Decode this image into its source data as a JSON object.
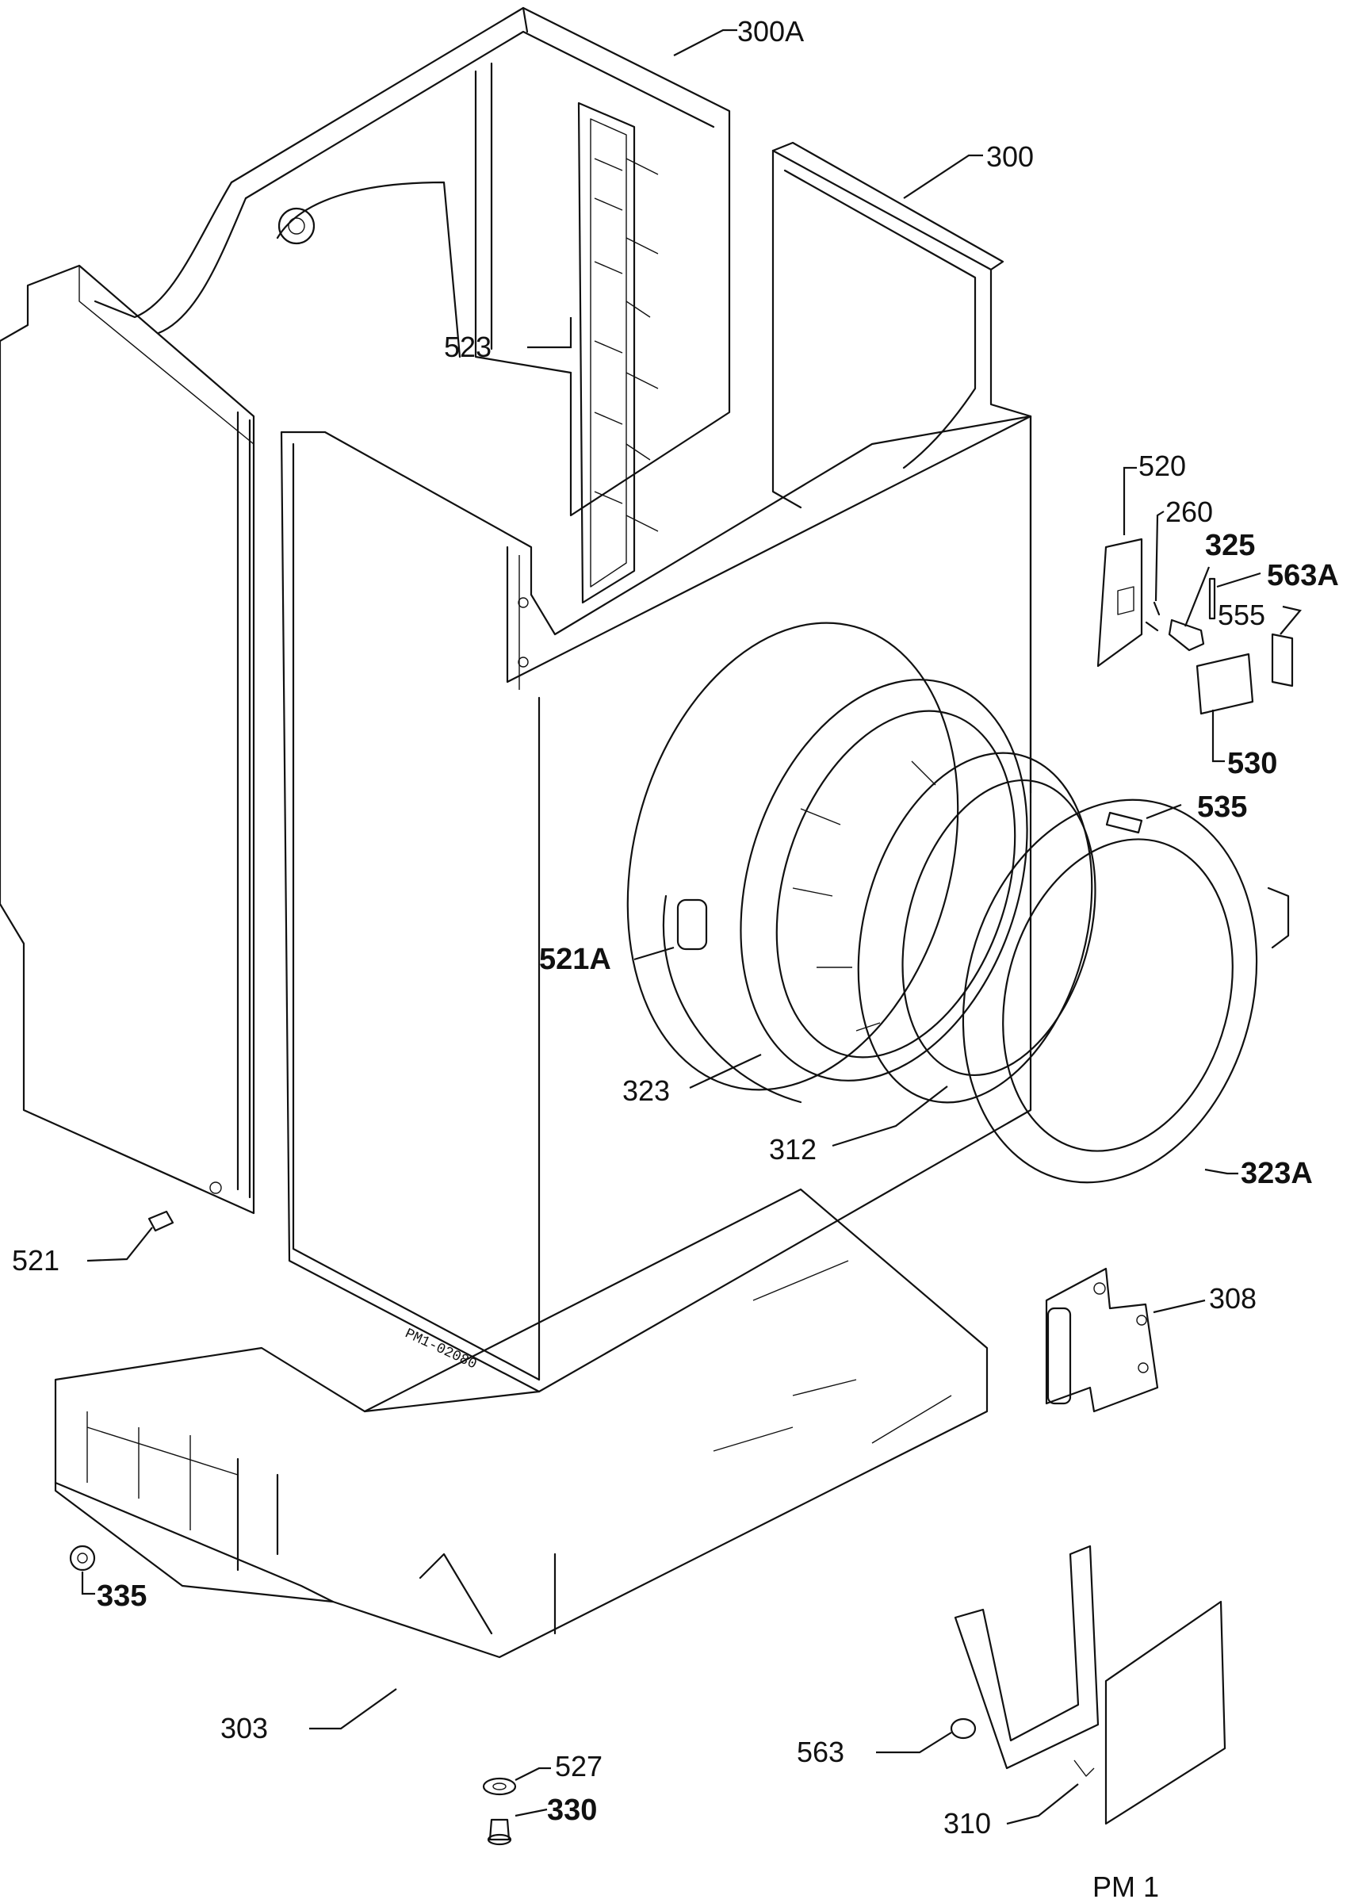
{
  "labels": {
    "l300A": "300A",
    "l300": "300",
    "l523": "523",
    "l520": "520",
    "l260": "260",
    "l325": "325",
    "l563A": "563A",
    "l555": "555",
    "l530": "530",
    "l535": "535",
    "l521A": "521A",
    "l323": "323",
    "l312": "312",
    "l323A": "323A",
    "l521": "521",
    "l308": "308",
    "l335": "335",
    "l303": "303",
    "l527": "527",
    "l330": "330",
    "l563": "563",
    "l310": "310"
  },
  "stamp": "PM1-02080",
  "sheet_id": "PM 1"
}
